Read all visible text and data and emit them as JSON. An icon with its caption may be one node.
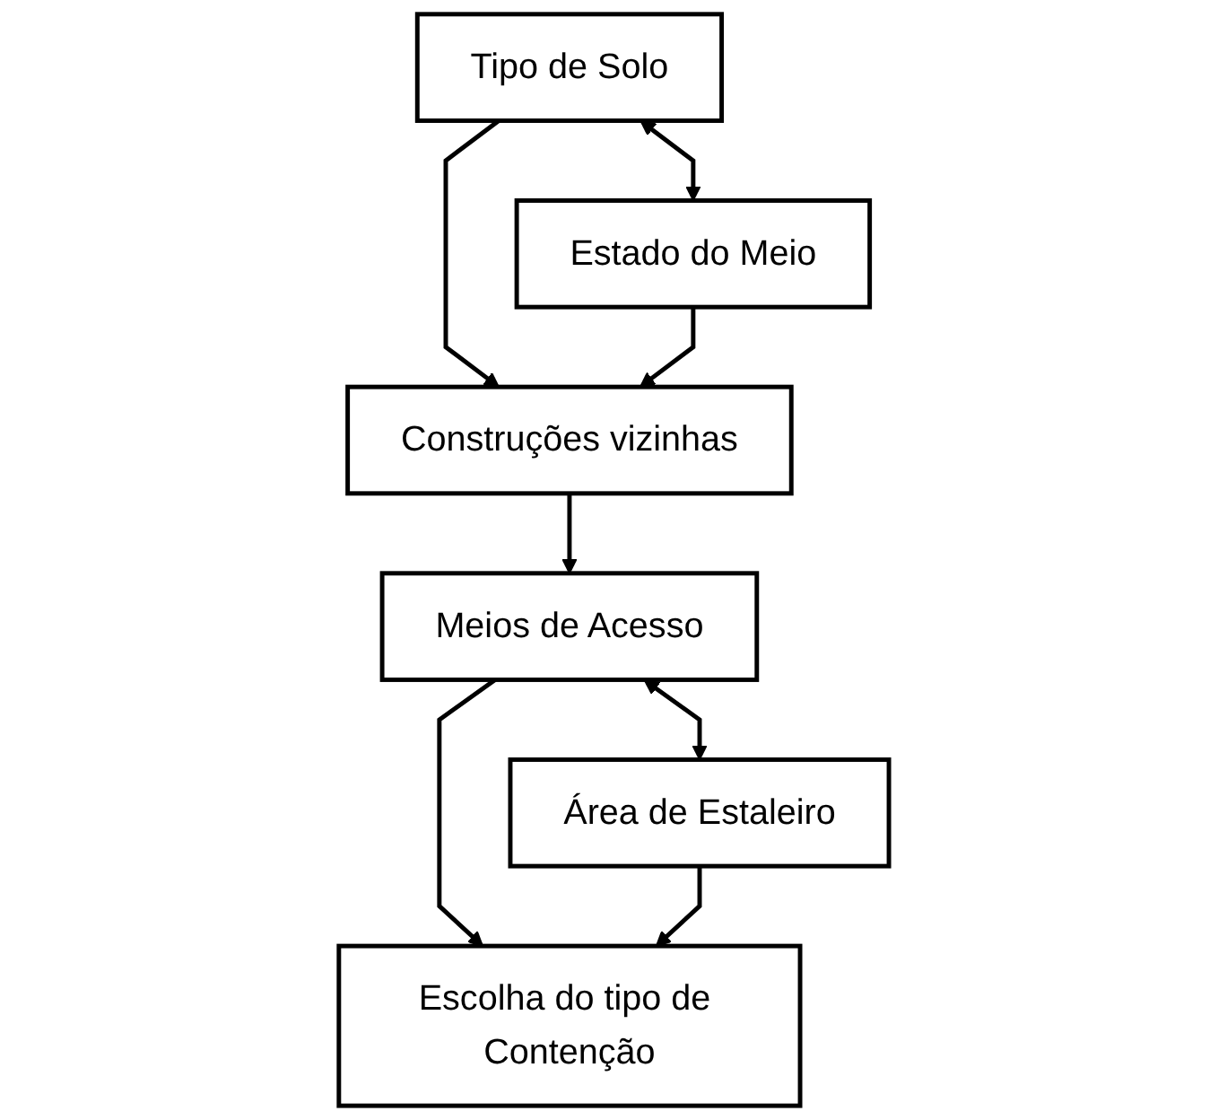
{
  "diagram": {
    "nodes": [
      {
        "text": [
          "Tipo de Solo"
        ]
      },
      {
        "text": [
          "Estado do Meio"
        ]
      },
      {
        "text": [
          "Construções vizinhas"
        ]
      },
      {
        "text": [
          "Meios de Acesso"
        ]
      },
      {
        "text": [
          "Área de Estaleiro"
        ]
      },
      {
        "text": [
          "Escolha do tipo de Contenção"
        ]
      }
    ],
    "edges": [
      {
        "from": 0,
        "to": 1,
        "arrow": "both"
      },
      {
        "from": 0,
        "to": 2,
        "arrow": "to"
      },
      {
        "from": 1,
        "to": 2,
        "arrow": "to"
      },
      {
        "from": 2,
        "to": 3,
        "arrow": "to"
      },
      {
        "from": 3,
        "to": 4,
        "arrow": "both"
      },
      {
        "from": 3,
        "to": 5,
        "arrow": "to"
      },
      {
        "from": 4,
        "to": 5,
        "arrow": "to"
      }
    ]
  }
}
